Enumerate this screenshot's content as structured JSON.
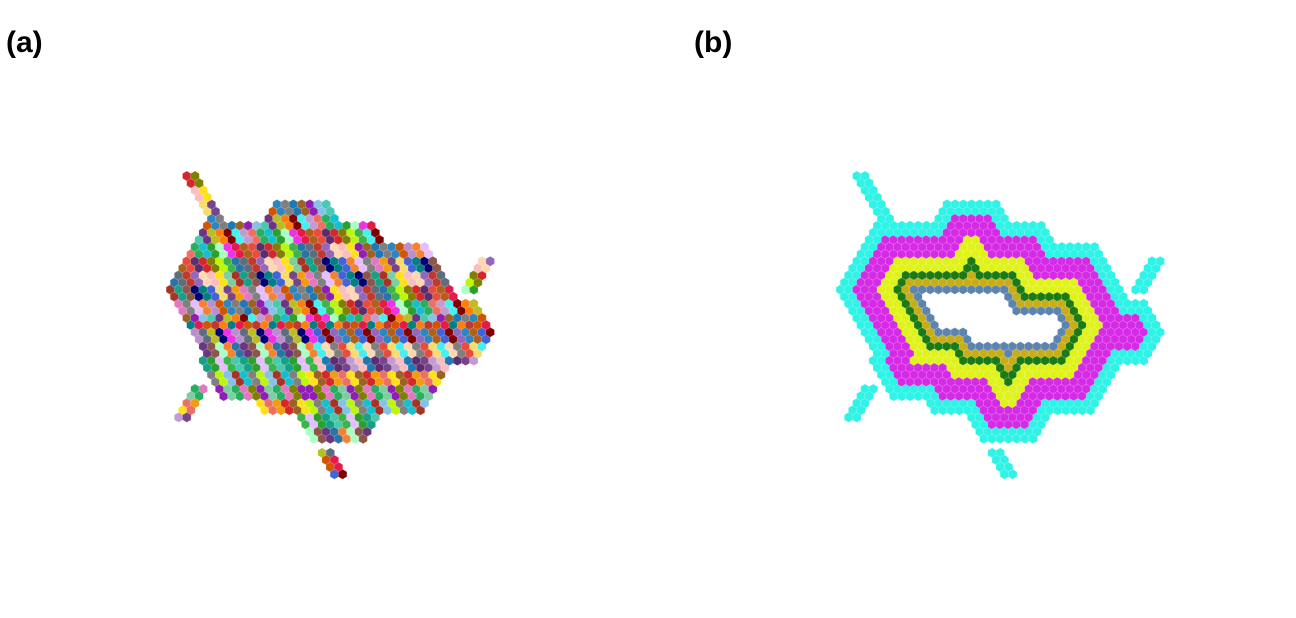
{
  "panels": [
    {
      "label": "(a)",
      "coloring": "multicolor",
      "palette": [
        "#e6194b",
        "#3cb44b",
        "#ffe119",
        "#4363d8",
        "#f58231",
        "#911eb4",
        "#46f0f0",
        "#f032e6",
        "#bcf60c",
        "#fabebe",
        "#008080",
        "#e6beff",
        "#9a6324",
        "#800000",
        "#aaffc3",
        "#808000",
        "#ffd8b1",
        "#000075",
        "#808080",
        "#1f77b4",
        "#ff7f0e",
        "#2ca02c",
        "#d62728",
        "#9467bd",
        "#8c564b",
        "#e377c2",
        "#7f7f7f",
        "#bcbd22",
        "#17becf",
        "#5b2c6f",
        "#c0392b",
        "#16a085",
        "#f39c12",
        "#2e86c1",
        "#6c3483",
        "#27ae60",
        "#e74c3c",
        "#5d6d7e",
        "#a93226",
        "#76448a",
        "#d35400",
        "#48c9b0",
        "#ec7063",
        "#af601a",
        "#2874a6",
        "#7dcea0",
        "#f7dc6f",
        "#bb8fce",
        "#85c1e9",
        "#c39bd3"
      ]
    },
    {
      "label": "(b)",
      "coloring": "layered",
      "layer_colors": {
        "outer": "#2ef3e6",
        "second": "#d62be6",
        "third": "#dff31b",
        "fourth": "#1a7a14",
        "fifth": "#c9ad16",
        "sixth": "#5c84b0",
        "core": "#ffffff"
      }
    }
  ]
}
